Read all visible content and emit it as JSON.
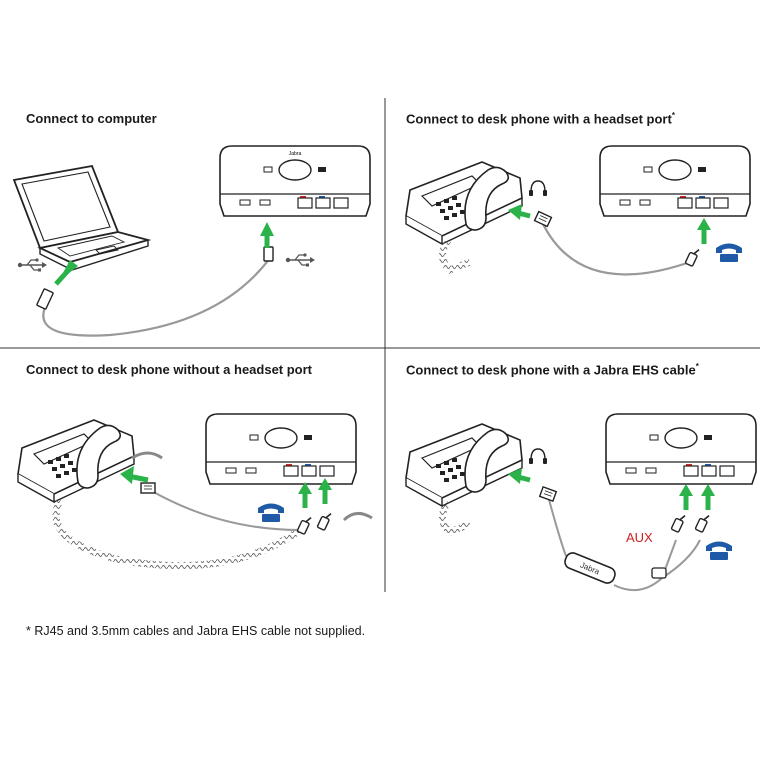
{
  "panels": [
    {
      "title": "Connect to computer"
    },
    {
      "title": "Connect to desk phone with a headset port",
      "mark": "*"
    },
    {
      "title": "Connect to desk phone without a headset port"
    },
    {
      "title": "Connect to desk phone with a Jabra EHS cable",
      "mark": "*"
    }
  ],
  "base_brand": "Jabra",
  "ehs_label": "Jabra",
  "aux_label": "AUX",
  "footnote": "* RJ45 and 3.5mm cables and Jabra EHS cable not supplied.",
  "colors": {
    "arrow": "#2bb34a",
    "phone_icon": "#1f5aa6",
    "aux": "#cc2222",
    "line": "#222222"
  },
  "icons": [
    "laptop-icon",
    "usb-icon",
    "desk-phone-icon",
    "headset-icon",
    "phone-handset-icon",
    "base-station-icon",
    "rj-connector-icon"
  ]
}
